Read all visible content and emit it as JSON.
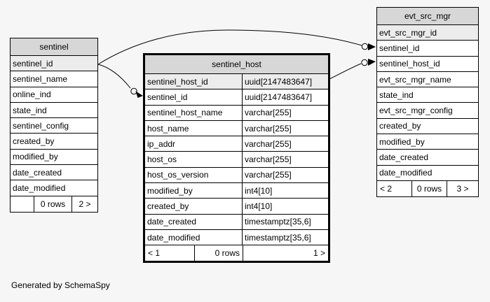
{
  "page": {
    "background": "#f6f6f6",
    "credit": "Generated by SchemaSpy"
  },
  "colors": {
    "table_bg": "#ffffff",
    "header_bg": "#d7d7d7",
    "key_row_bg": "#ececec",
    "border": "#000000",
    "relationship_line": "#000000"
  },
  "tables": {
    "sentinel": {
      "title": "sentinel",
      "columns": [
        {
          "name": "sentinel_id",
          "key": true
        },
        {
          "name": "sentinel_name"
        },
        {
          "name": "online_ind"
        },
        {
          "name": "state_ind"
        },
        {
          "name": "sentinel_config"
        },
        {
          "name": "created_by"
        },
        {
          "name": "modified_by"
        },
        {
          "name": "date_created"
        },
        {
          "name": "date_modified"
        }
      ],
      "footer": {
        "prev": "",
        "rows": "0 rows",
        "next": "2 >"
      }
    },
    "sentinel_host": {
      "title": "sentinel_host",
      "columns": [
        {
          "name": "sentinel_host_id",
          "type": "uuid[2147483647]",
          "key": true
        },
        {
          "name": "sentinel_id",
          "type": "uuid[2147483647]"
        },
        {
          "name": "sentinel_host_name",
          "type": "varchar[255]"
        },
        {
          "name": "host_name",
          "type": "varchar[255]"
        },
        {
          "name": "ip_addr",
          "type": "varchar[255]"
        },
        {
          "name": "host_os",
          "type": "varchar[255]"
        },
        {
          "name": "host_os_version",
          "type": "varchar[255]"
        },
        {
          "name": "modified_by",
          "type": "int4[10]"
        },
        {
          "name": "created_by",
          "type": "int4[10]"
        },
        {
          "name": "date_created",
          "type": "timestamptz[35,6]"
        },
        {
          "name": "date_modified",
          "type": "timestamptz[35,6]"
        }
      ],
      "footer": {
        "prev": "< 1",
        "rows": "0 rows",
        "next": "1 >"
      }
    },
    "evt_src_mgr": {
      "title": "evt_src_mgr",
      "columns": [
        {
          "name": "evt_src_mgr_id",
          "key": true
        },
        {
          "name": "sentinel_id"
        },
        {
          "name": "sentinel_host_id"
        },
        {
          "name": "evt_src_mgr_name"
        },
        {
          "name": "state_ind"
        },
        {
          "name": "evt_src_mgr_config"
        },
        {
          "name": "created_by"
        },
        {
          "name": "modified_by"
        },
        {
          "name": "date_created"
        },
        {
          "name": "date_modified"
        }
      ],
      "footer": {
        "prev": "< 2",
        "rows": "0 rows",
        "next": "3 >"
      }
    }
  },
  "relationships": [
    {
      "from": "sentinel.sentinel_id",
      "to": "sentinel_host.sentinel_id"
    },
    {
      "from": "sentinel.sentinel_id",
      "to": "evt_src_mgr.sentinel_id"
    },
    {
      "from": "sentinel_host.sentinel_host_id",
      "to": "evt_src_mgr.sentinel_host_id"
    }
  ]
}
